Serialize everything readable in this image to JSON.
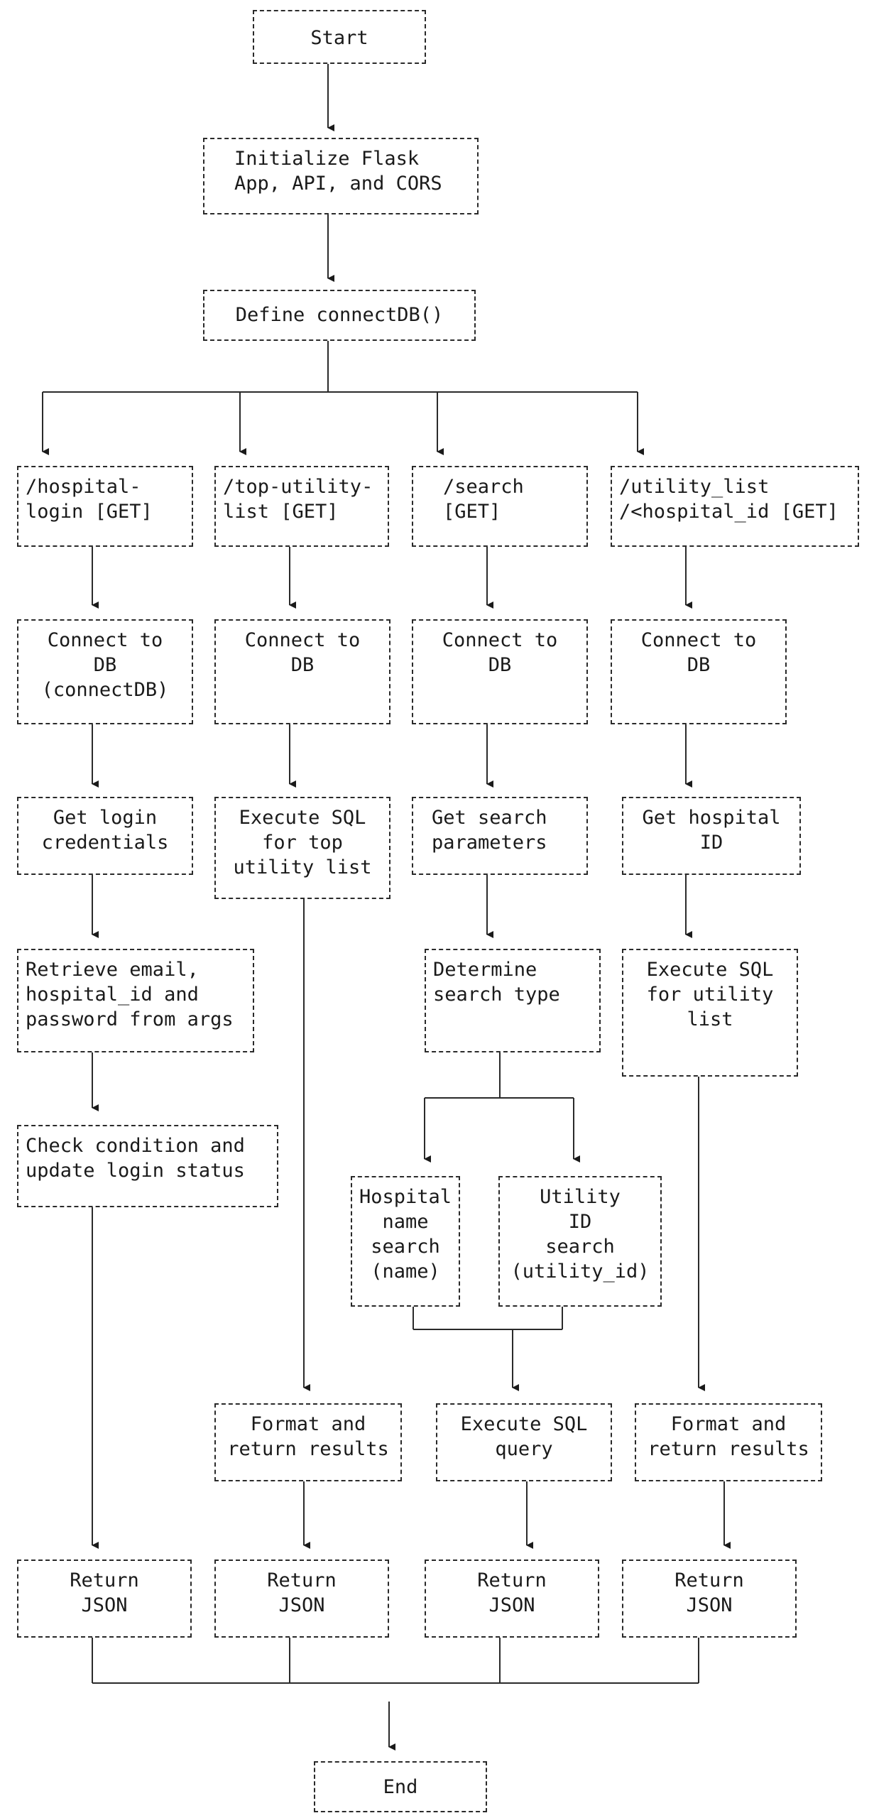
{
  "nodes": {
    "start": "Start",
    "init": "Initialize Flask\nApp, API, and CORS",
    "define": "Define connectDB()",
    "r_login": "/hospital-\nlogin [GET]",
    "r_top": "/top-utility-\nlist [GET]",
    "r_search": "/search\n[GET]",
    "r_util": "/utility_list\n/<hospital_id [GET]",
    "c1": "Connect to\nDB\n(connectDB)",
    "c2": "Connect to\nDB",
    "c3": "Connect to\nDB",
    "c4": "Connect to\nDB",
    "g_login": "Get login\ncredentials",
    "exec_top": "Execute SQL\nfor top\nutility list",
    "g_search": "Get search\nparameters",
    "g_hosp": "Get hospital\nID",
    "retrieve": "Retrieve email,\nhospital_id and\npassword from args",
    "determine": "Determine\nsearch type",
    "exec_util": "Execute SQL\nfor utility\nlist",
    "check": "Check condition and\nupdate login status",
    "hosp_name": "Hospital\nname\nsearch\n(name)",
    "util_id": "Utility\nID\nsearch\n(utility_id)",
    "fmt1": "Format and\nreturn results",
    "exec_q": "Execute SQL\nquery",
    "fmt2": "Format and\nreturn results",
    "ret1": "Return\nJSON",
    "ret2": "Return\nJSON",
    "ret3": "Return\nJSON",
    "ret4": "Return\nJSON",
    "end": "End"
  }
}
